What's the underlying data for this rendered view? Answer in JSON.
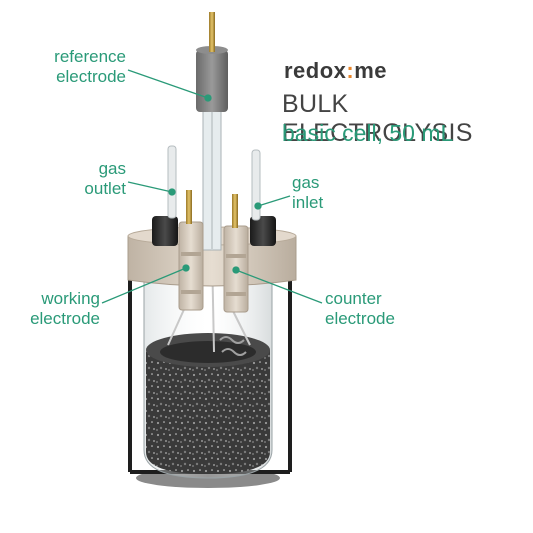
{
  "brand": {
    "part1": "redox",
    "dot": ":",
    "part2": "me"
  },
  "title": "BULK ELECTROLYSIS",
  "subtitle": "basic cell, 50 mL",
  "labels": {
    "reference_electrode": [
      "reference",
      "electrode"
    ],
    "gas_outlet": [
      "gas",
      "outlet"
    ],
    "gas_inlet": [
      "gas",
      "inlet"
    ],
    "working_electrode": [
      "working",
      "electrode"
    ],
    "counter_electrode": [
      "counter",
      "electrode"
    ]
  },
  "colors": {
    "accent": "#2a9a78",
    "brand_dot": "#e8862c",
    "title": "#444444",
    "cap": "#d8cdbf",
    "reference_body": "#7a7a7a",
    "electrode_holder": "#d8cdbf",
    "foam": "#3b3b3b",
    "frame": "#222222"
  }
}
